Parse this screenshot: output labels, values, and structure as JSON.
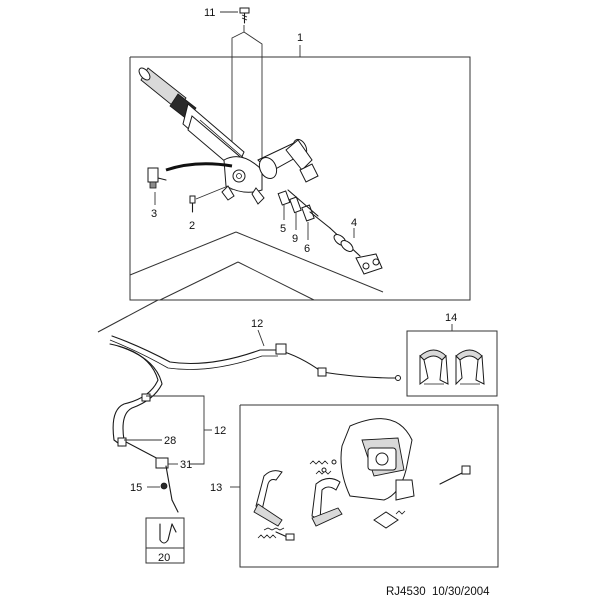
{
  "callouts": {
    "c1": "1",
    "c2": "2",
    "c3": "3",
    "c4": "4",
    "c5": "5",
    "c6": "6",
    "c9": "9",
    "c11": "11",
    "c12a": "12",
    "c12b": "12",
    "c13": "13",
    "c14": "14",
    "c15": "15",
    "c20": "20",
    "c28": "28",
    "c31": "31"
  },
  "footer": {
    "code": "RJ4530",
    "date": "10/30/2004"
  }
}
